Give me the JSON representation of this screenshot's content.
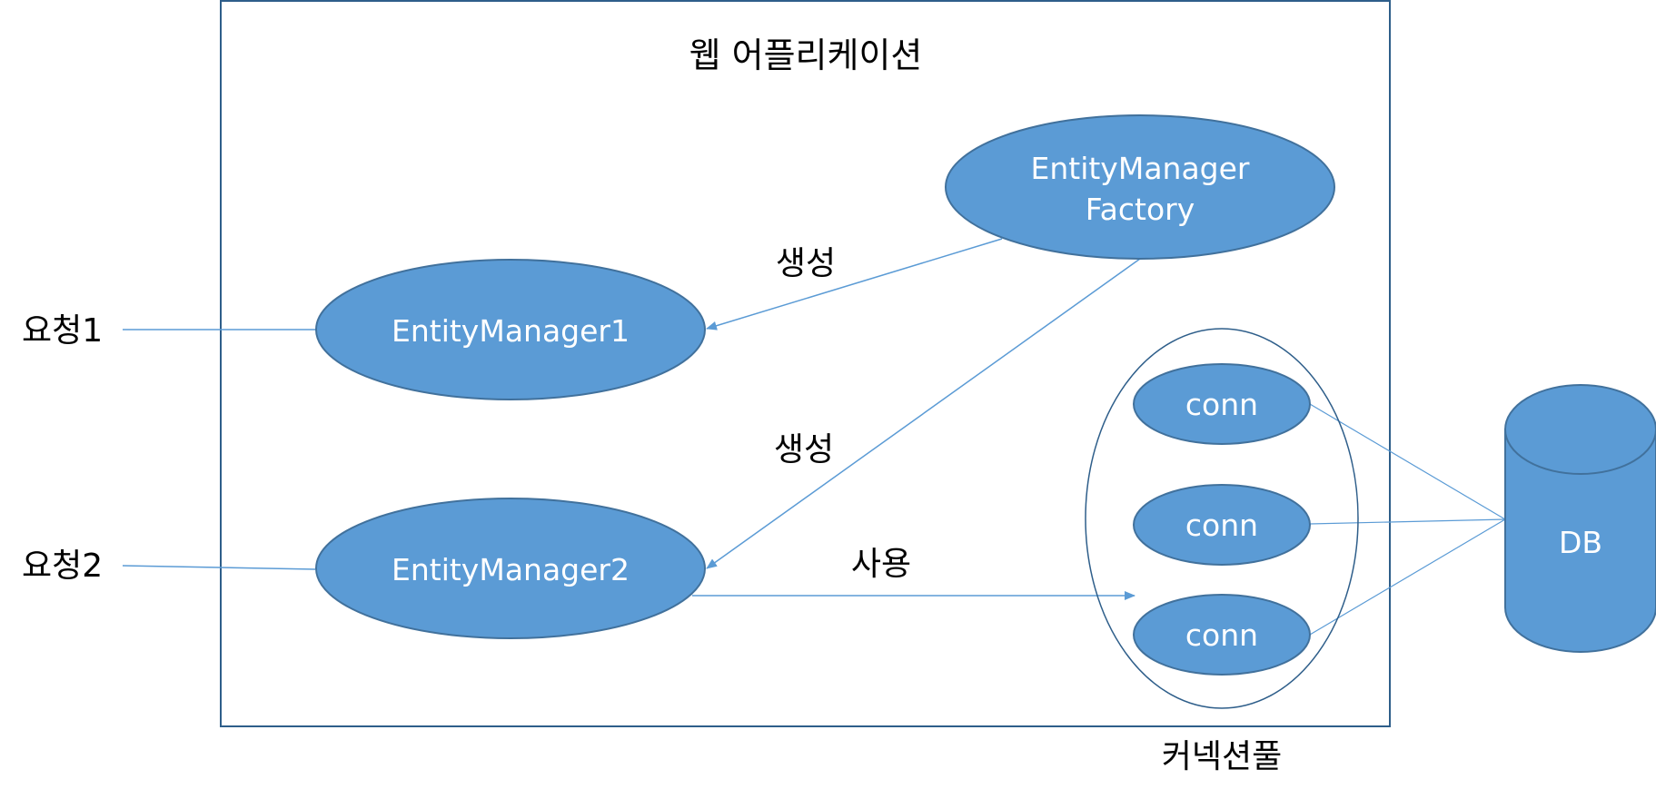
{
  "web_app": {
    "title": "웹 어플리케이션"
  },
  "requests": [
    {
      "label": "요청1"
    },
    {
      "label": "요청2"
    }
  ],
  "factory": {
    "line1": "EntityManager",
    "line2": "Factory"
  },
  "entity_managers": [
    {
      "label": "EntityManager1"
    },
    {
      "label": "EntityManager2"
    }
  ],
  "edges": {
    "create_1": "생성",
    "create_2": "생성",
    "use": "사용"
  },
  "pool": {
    "label": "커넥션풀",
    "connections": [
      "conn",
      "conn",
      "conn"
    ]
  },
  "db": {
    "label": "DB"
  },
  "colors": {
    "node_fill": "#5B9BD5",
    "node_stroke": "#41719C",
    "line": "#5B9BD5",
    "frame": "#2E5E8A"
  }
}
